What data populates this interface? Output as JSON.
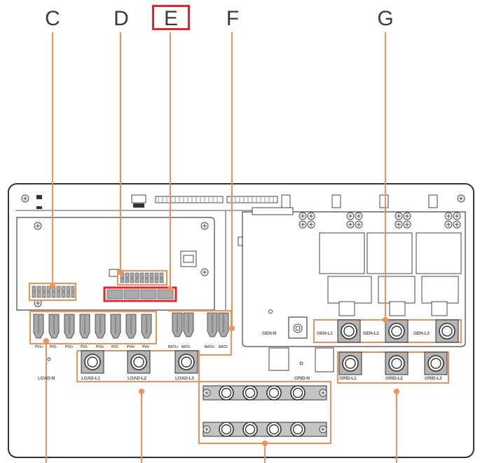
{
  "callouts": {
    "c": "C",
    "d": "D",
    "e": "E",
    "f": "F",
    "g": "G"
  },
  "pv_labels": [
    "PV1+",
    "PV1-",
    "PV2+",
    "PV2-",
    "PV3+",
    "PV3-",
    "PV4+",
    "PV4-"
  ],
  "bat_labels": [
    "BAT1+",
    "BAT1-",
    "BAT2+",
    "BAT2-"
  ],
  "load_labels": {
    "n": "LOAD-N",
    "l1": "LOAD-L1",
    "l2": "LOAD-L2",
    "l3": "LOAD-L3"
  },
  "gen_labels": {
    "n": "GEN-N",
    "l1": "GEN-L1",
    "l2": "GEN-L2",
    "l3": "GEN-L3"
  },
  "grid_labels": {
    "n": "GRID-N",
    "l1": "GRID-L1",
    "l2": "GRID-L2",
    "l3": "GRID-L3"
  },
  "colors": {
    "accent": "#f0915a",
    "highlight": "#e0262f",
    "outline": "#333333",
    "body": "#ffffff"
  }
}
